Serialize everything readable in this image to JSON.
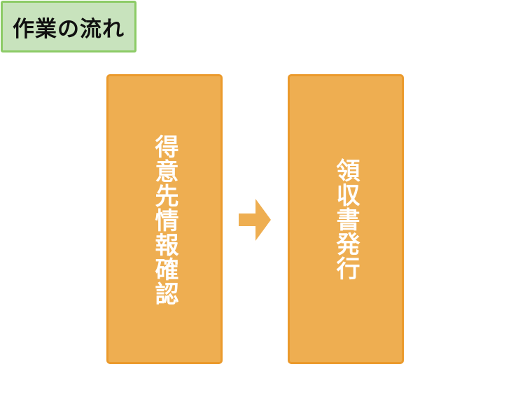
{
  "title": "作業の流れ",
  "steps": [
    {
      "label": "得意先情報確認"
    },
    {
      "label": "領収書発行"
    }
  ],
  "colors": {
    "title_fill": "#c8e3bd",
    "title_border": "#8ccb66",
    "step_fill": "#eeae51",
    "step_border": "#eb9a2c",
    "arrow": "#eeae51"
  },
  "icons": {
    "connector": "right-arrow-icon"
  }
}
